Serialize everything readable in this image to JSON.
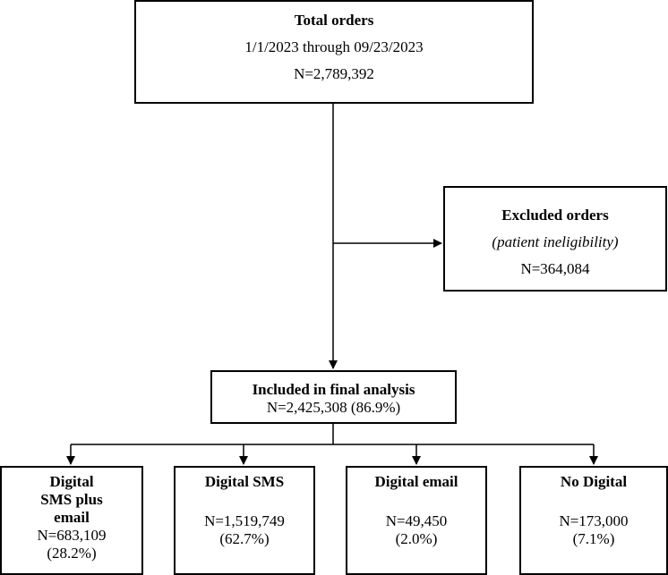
{
  "total": {
    "title": "Total orders",
    "period": "1/1/2023 through 09/23/2023",
    "n": "N=2,789,392"
  },
  "excluded": {
    "title": "Excluded orders",
    "reason": "(patient ineligibility)",
    "n": "N=364,084"
  },
  "included": {
    "title": "Included in final analysis",
    "n": "N=2,425,308 (86.9%)"
  },
  "groups": [
    {
      "title_line1": "Digital",
      "title_line2": "SMS plus",
      "title_line3": "email",
      "n": "N=683,109",
      "pct": "(28.2%)"
    },
    {
      "title_line1": "Digital SMS",
      "n": "N=1,519,749",
      "pct": "(62.7%)"
    },
    {
      "title_line1": "Digital email",
      "n": "N=49,450",
      "pct": "(2.0%)"
    },
    {
      "title_line1": "No Digital",
      "n": "N=173,000",
      "pct": "(7.1%)"
    }
  ]
}
